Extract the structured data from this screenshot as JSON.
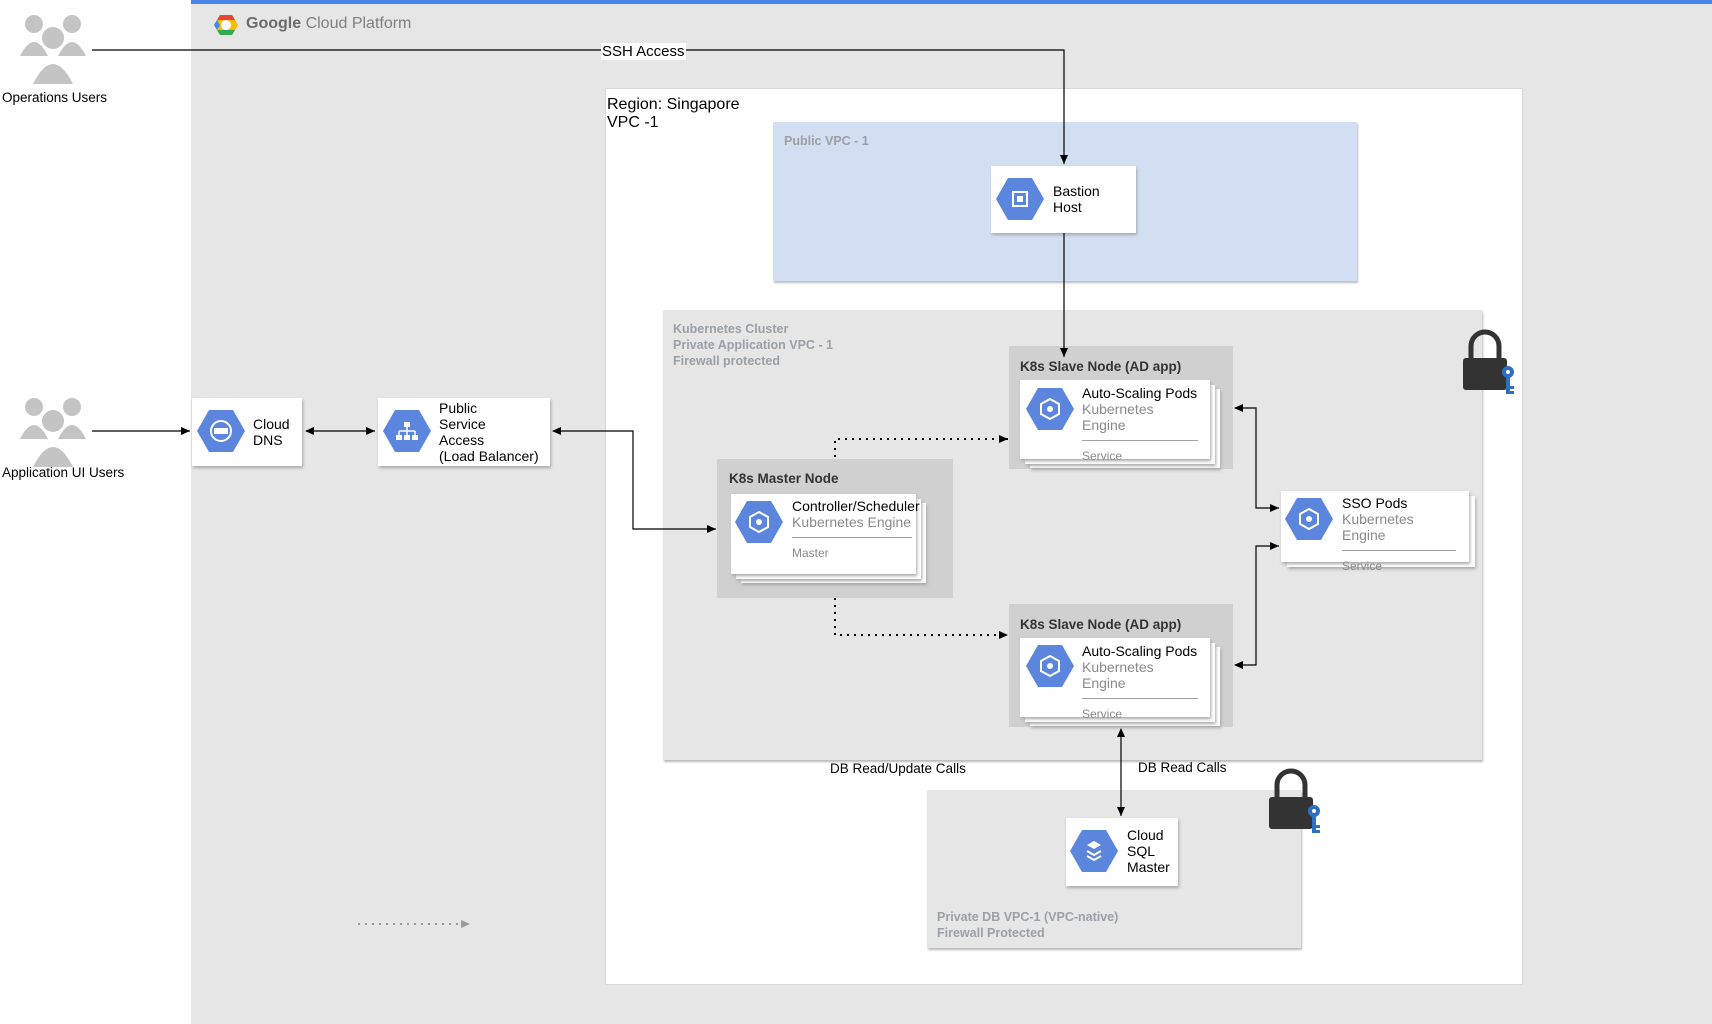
{
  "platform": {
    "brand": "Google",
    "name": "Cloud Platform"
  },
  "actors": {
    "ops": {
      "label": "Operations Users"
    },
    "app": {
      "label": "Application UI Users"
    }
  },
  "edges": {
    "ssh": "SSH Access",
    "db_update": "DB Read/Update Calls",
    "db_read": "DB Read Calls"
  },
  "region": {
    "line1": "Region: Singapore",
    "line2": "VPC -1"
  },
  "zones": {
    "public_vpc": "Public VPC - 1",
    "k8s": "Kubernetes Cluster\nPrivate Application VPC - 1\nFirewall protected",
    "db_vpc": "Private DB VPC-1 (VPC-native)\nFirewall Protected"
  },
  "components": {
    "cloud_dns": {
      "l1": "Cloud",
      "l2": "DNS",
      "icon": "dns-icon"
    },
    "lb": {
      "l1": "Public",
      "l2": "Service",
      "l3": "Access",
      "l4": "(Load Balancer)",
      "icon": "load-balancer-icon"
    },
    "bastion": {
      "l1": "Bastion",
      "l2": "Host",
      "icon": "compute-engine-icon"
    },
    "master": {
      "node": "K8s Master Node",
      "name": "Controller/Scheduler",
      "product": "Kubernetes Engine",
      "role": "Master"
    },
    "slave1": {
      "node": "K8s Slave Node (AD app)",
      "name": "Auto-Scaling Pods",
      "product": "Kubernetes Engine",
      "role": "Service"
    },
    "slave2": {
      "node": "K8s Slave Node (AD app)",
      "name": "Auto-Scaling Pods",
      "product": "Kubernetes Engine",
      "role": "Service"
    },
    "sso": {
      "name": "SSO Pods",
      "product": "Kubernetes Engine",
      "role": "Service"
    },
    "sql": {
      "l1": "Cloud",
      "l2": "SQL",
      "l3": "Master",
      "icon": "cloud-sql-icon"
    }
  },
  "colors": {
    "icon_blue": "#5c85de",
    "accent_bar": "#4a86e8",
    "lock": "#333333",
    "key": "#2f6fc2"
  }
}
